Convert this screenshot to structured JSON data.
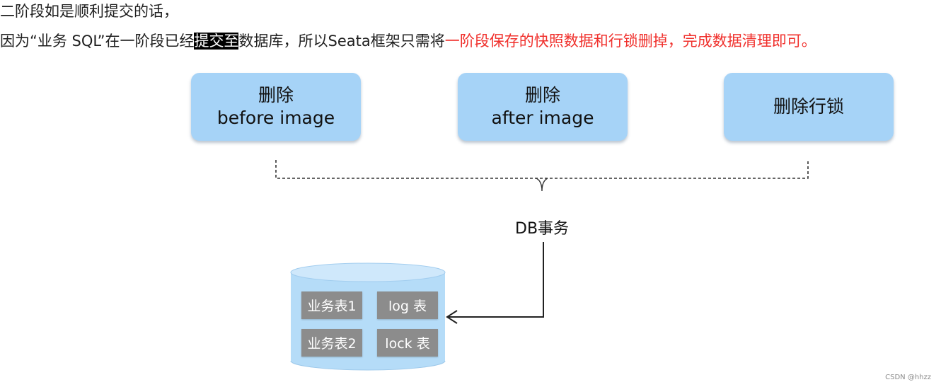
{
  "text": {
    "line1": "二阶段如是顺利提交的话，",
    "line2_a": "因为“业务 SQL”在一阶段已经",
    "line2_highlight": "提交至",
    "line2_b": "数据库，所以Seata框架只需将",
    "line2_red": "一阶段保存的快照数据和行锁删掉，完成数据清理即可。"
  },
  "boxes": [
    {
      "line1": "删除",
      "line2": "before image"
    },
    {
      "line1": "删除",
      "line2": "after image"
    },
    {
      "line1": "删除行锁"
    }
  ],
  "db_label": "DB事务",
  "database": {
    "tables": [
      "业务表1",
      "log 表",
      "业务表2",
      "lock 表"
    ]
  },
  "watermark": "CSDN @hhzz",
  "colors": {
    "box_fill": "#a6d3f7",
    "red_text": "#f0302c",
    "cylinder": "#b5dcf8",
    "table_fill": "#8c8c8c"
  }
}
